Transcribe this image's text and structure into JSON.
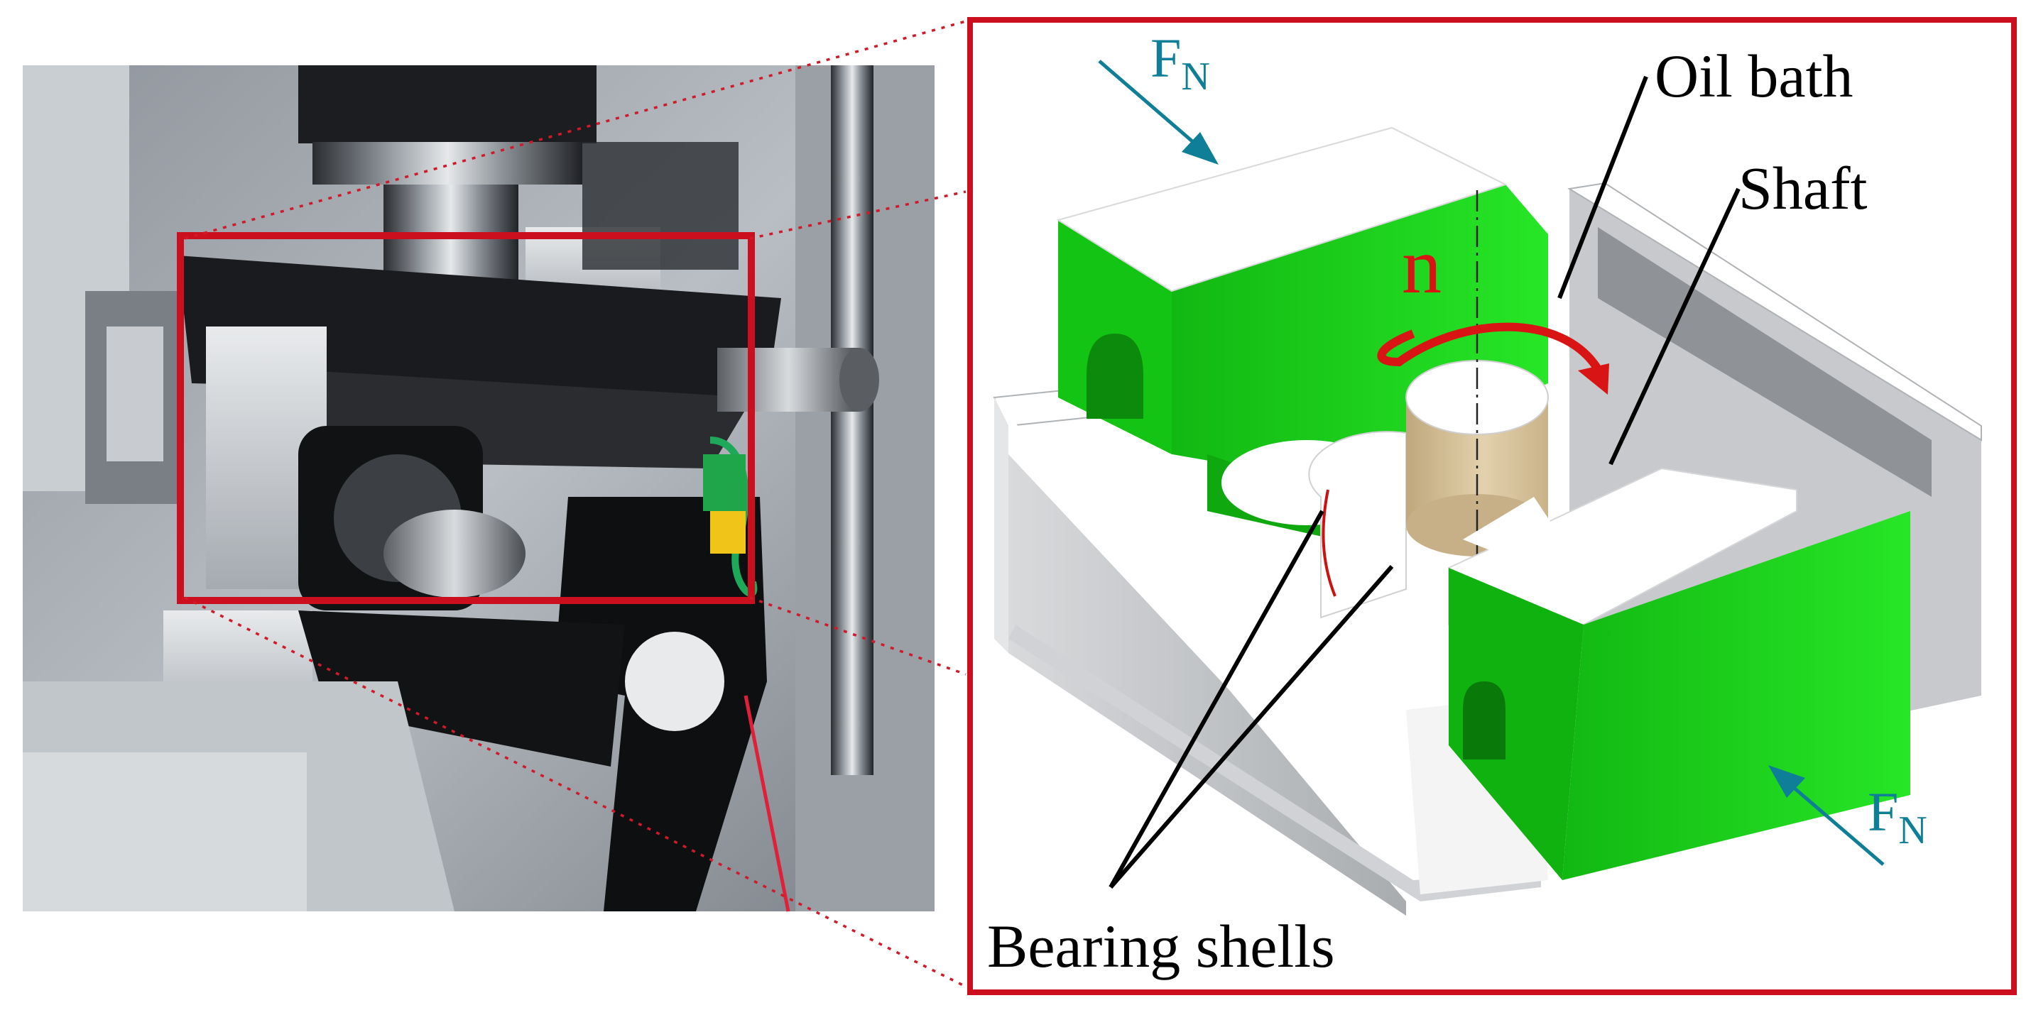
{
  "figure": {
    "colors": {
      "frame_red": "#cc0f1e",
      "force_teal": "#0e7f97",
      "rotation_red": "#d81414",
      "shell_green": "#22dd22",
      "shaft_beige": "#d9c49b",
      "bath_white": "#ffffff"
    },
    "labels": {
      "force_symbol": "F",
      "force_subscript": "N",
      "rotation": "n",
      "oil_bath": "Oil bath",
      "shaft": "Shaft",
      "bearing_shells": "Bearing shells"
    }
  }
}
